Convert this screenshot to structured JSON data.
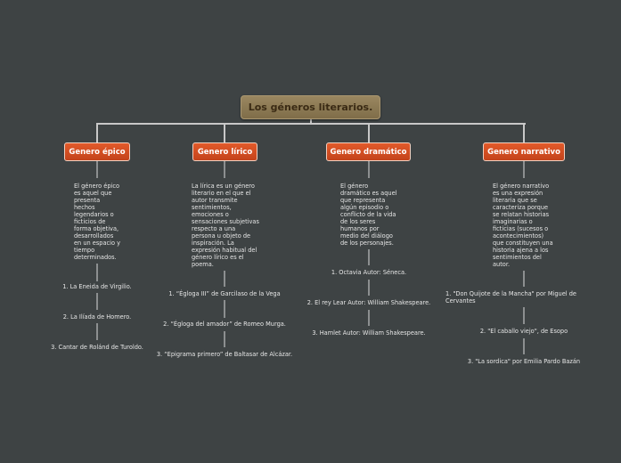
{
  "root": {
    "title": "Los géneros literarios."
  },
  "branches": [
    {
      "title": "Genero épico",
      "description": "El género épico\nes aquel que\npresenta\nhechos\nlegendarios o\nficticios de\nforma objetiva,\ndesarrollados\nen un espacio y\ntiempo\ndeterminados.",
      "items": [
        "1. La Eneida de Virgilio.",
        "2. La Ilíada de Homero.",
        "3. Cantar de Rolánd de Turoldo."
      ]
    },
    {
      "title": "Genero lírico",
      "description": "La lírica  es un género\nliterario en el que el\nautor transmite\nsentimientos,\nemociones o\nsensaciones subjetivas\nrespecto a una\npersona u objeto de\ninspiración. La\nexpresión habitual del\ngénero lírico es el\npoema.",
      "items": [
        "1. “Égloga III” de Garcilaso de la Vega",
        "2. “Égloga del amador” de Romeo Murga.",
        "3. “Epigrama primero” de Baltasar de Alcázar."
      ]
    },
    {
      "title": "Genero dramático",
      "description": "El género\ndramático es aquel\nque representa\nalgún episodio o\nconflicto de la vida\nde los seres\nhumanos por\nmedio del diálogo\nde los personajes.",
      "items": [
        "1. Octavia Autor: Séneca.",
        "2. El rey Lear Autor: William Shakespeare.",
        "3. Hamlet Autor: William Shakespeare."
      ]
    },
    {
      "title": "Genero narrativo",
      "description": "El género narrativo\nes una expresión\nliteraria que se\ncaracteriza porque\nse relatan historias\nimaginarias o\nficticias (sucesos o\nacontecimientos)\nque constituyen una\nhistoria ajena a los\nsentimientos del\nautor.",
      "items": [
        "1. \"Don Quijote de la Mancha\" por Miguel de\nCervantes",
        "2. \"El caballo viejo\", de Esopo",
        "3. \"La sordica\" por Emilia Pardo Bazán"
      ]
    }
  ]
}
